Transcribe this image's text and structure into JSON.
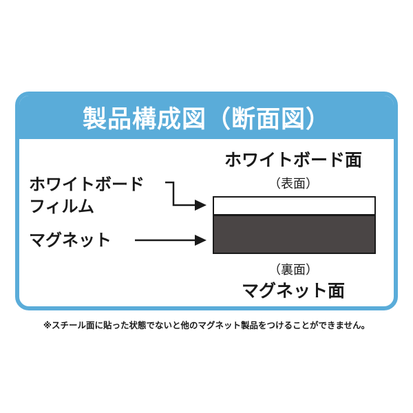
{
  "title": "製品構成図（断面図）",
  "labels": {
    "whiteboard_film_line1": "ホワイトボード",
    "whiteboard_film_line2": "フィルム",
    "magnet": "マグネット",
    "front_face_title": "ホワイトボード面",
    "front_face_sub": "（表面）",
    "back_face_sub": "（裏面）",
    "back_face_title": "マグネット面"
  },
  "note": "※スチール面に貼った状態でないと他のマグネット製品をつけることができません。",
  "colors": {
    "accent_blue": "#5aacd9",
    "magnet_layer": "#4a4545",
    "film_layer": "#ffffff",
    "text": "#1a1a1a"
  }
}
